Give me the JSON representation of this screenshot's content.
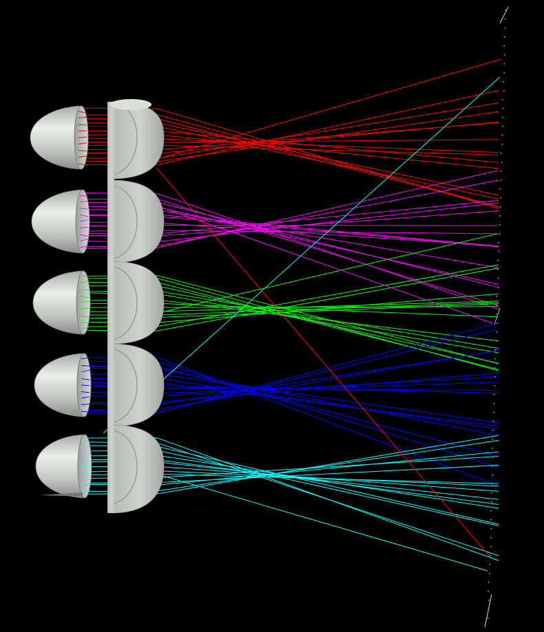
{
  "scene": {
    "background": "#000000",
    "lens_color": "#c8cac8",
    "lens_highlight": "#eeeeee",
    "lens_shadow": "#8e908e",
    "detector_color": "#bbbbbb"
  },
  "channels": [
    {
      "name": "red-channel",
      "color": "#ff0000"
    },
    {
      "name": "magenta-channel",
      "color": "#ff00ff"
    },
    {
      "name": "green-channel",
      "color": "#00ff00"
    },
    {
      "name": "blue-channel",
      "color": "#0000ff"
    },
    {
      "name": "cyan-channel",
      "color": "#00ffff"
    }
  ]
}
